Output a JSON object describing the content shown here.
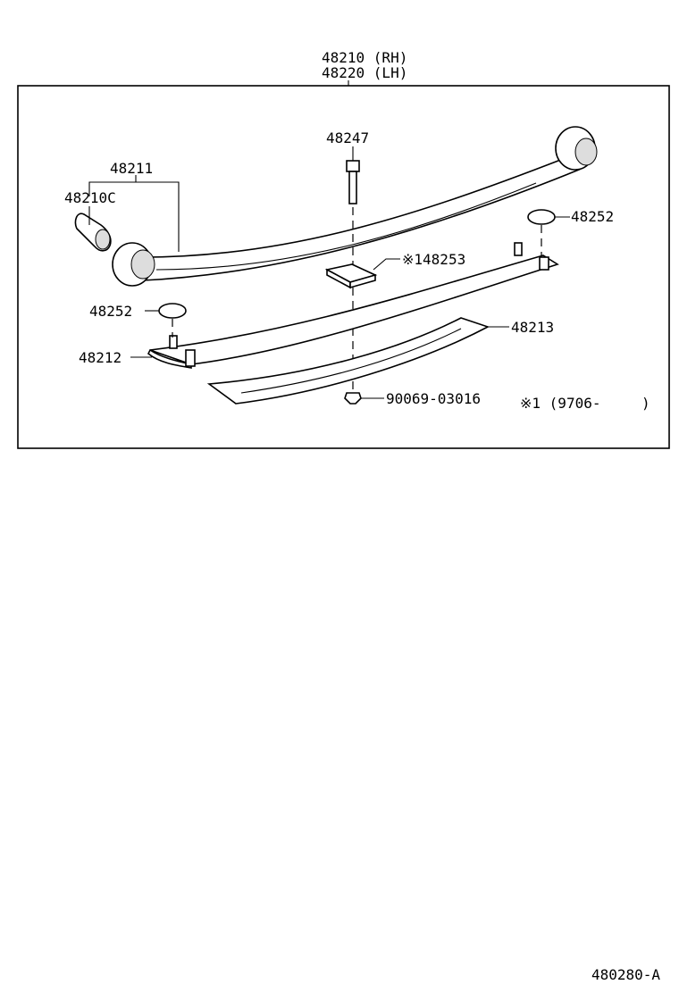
{
  "header": {
    "part_rh": "48210 (RH)",
    "part_lh": "48220 (LH)"
  },
  "labels": {
    "spring_main_leaf": "48211",
    "bushing": "48210C",
    "bolt": "48247",
    "clip_right": "48252",
    "plate": "※148253",
    "clip_left": "48252",
    "leaf_2": "48212",
    "leaf_3": "48213",
    "nut": "90069-03016"
  },
  "note": {
    "text": "※1 (9706-",
    "close": ")"
  },
  "footer": {
    "code": "480280-A"
  }
}
